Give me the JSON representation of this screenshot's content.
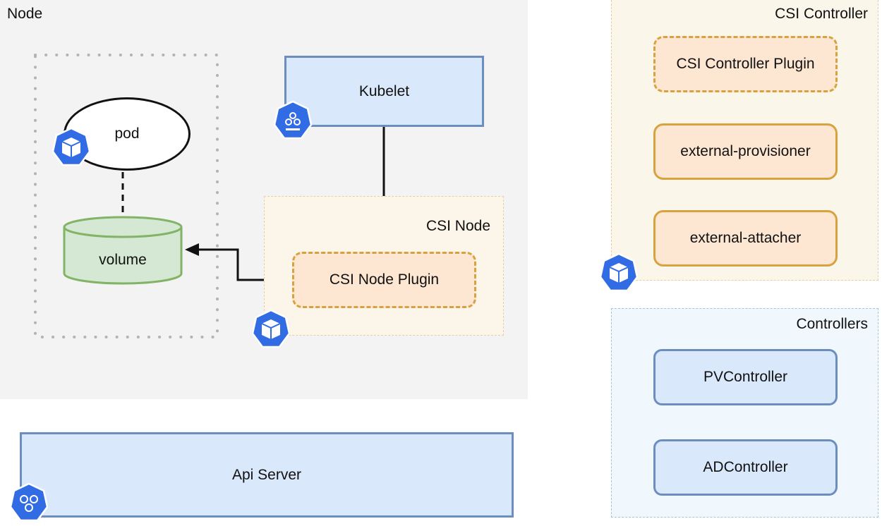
{
  "node": {
    "title": "Node"
  },
  "pod": {
    "label": "pod"
  },
  "volume": {
    "label": "volume"
  },
  "kubelet": {
    "label": "Kubelet"
  },
  "csi_node": {
    "title": "CSI Node",
    "plugin_label": "CSI Node Plugin"
  },
  "api_server": {
    "label": "Api Server"
  },
  "csi_controller": {
    "title": "CSI Controller",
    "plugin_label": "CSI Controller Plugin",
    "provisioner_label": "external-provisioner",
    "attacher_label": "external-attacher"
  },
  "controllers": {
    "title": "Controllers",
    "pv_label": "PVController",
    "ad_label": "ADController"
  },
  "icons": {
    "kubelet_icon": "kubelet-icon",
    "pod_icon": "pod-cube-icon",
    "csi_node_icon": "pod-cube-icon",
    "csi_controller_icon": "pod-cube-icon",
    "api_server_icon": "api-server-icon"
  },
  "colors": {
    "blue_fill": "#dae8fc",
    "blue_stroke": "#6c8ebf",
    "orange_fill": "#fde6d2",
    "orange_stroke": "#d6a340",
    "green_fill": "#d5e8d4",
    "green_stroke": "#82b366",
    "k8s_blue": "#326ce5"
  }
}
